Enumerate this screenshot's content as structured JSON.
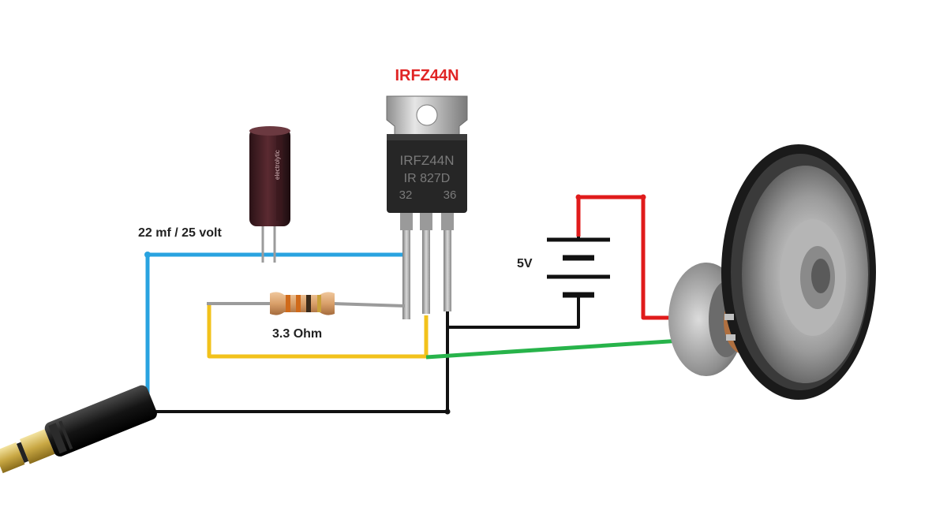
{
  "labels": {
    "transistor_title": "IRFZ44N",
    "transistor_marking_line1": "IRFZ44N",
    "transistor_marking_line2": "IR 827D",
    "transistor_marking_line3_left": "32",
    "transistor_marking_line3_right": "36",
    "capacitor": "22 mf / 25 volt",
    "resistor": "3.3 Ohm",
    "battery": "5V"
  },
  "colors": {
    "transistor_title": "#e02424",
    "wire_blue": "#29a3e0",
    "wire_yellow": "#f2c21b",
    "wire_black": "#111111",
    "wire_red": "#e01b1b",
    "wire_green": "#27b34a"
  },
  "components": [
    "capacitor-icon",
    "mosfet-transistor-icon",
    "resistor-icon",
    "battery-symbol",
    "speaker-icon",
    "audio-jack-icon"
  ]
}
